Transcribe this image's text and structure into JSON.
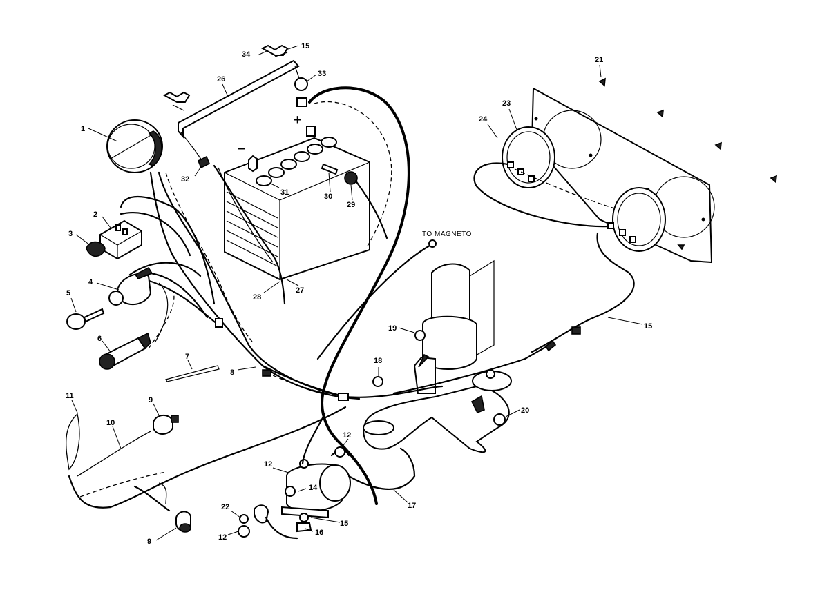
{
  "diagram": {
    "note": "TO MAGNETO",
    "signs": {
      "minus": "−",
      "plus": "+"
    },
    "callouts": [
      {
        "id": "c1",
        "text": "1"
      },
      {
        "id": "c2",
        "text": "2"
      },
      {
        "id": "c3",
        "text": "3"
      },
      {
        "id": "c4",
        "text": "4"
      },
      {
        "id": "c5",
        "text": "5"
      },
      {
        "id": "c6",
        "text": "6"
      },
      {
        "id": "c7",
        "text": "7"
      },
      {
        "id": "c8",
        "text": "8"
      },
      {
        "id": "c9a",
        "text": "9"
      },
      {
        "id": "c9b",
        "text": "9"
      },
      {
        "id": "c10",
        "text": "10"
      },
      {
        "id": "c11",
        "text": "11"
      },
      {
        "id": "c12a",
        "text": "12"
      },
      {
        "id": "c12b",
        "text": "12"
      },
      {
        "id": "c12c",
        "text": "12"
      },
      {
        "id": "c14",
        "text": "14"
      },
      {
        "id": "c15a",
        "text": "15"
      },
      {
        "id": "c15b",
        "text": "15"
      },
      {
        "id": "c15c",
        "text": "15"
      },
      {
        "id": "c16",
        "text": "16"
      },
      {
        "id": "c17",
        "text": "17"
      },
      {
        "id": "c18",
        "text": "18"
      },
      {
        "id": "c19",
        "text": "19"
      },
      {
        "id": "c20",
        "text": "20"
      },
      {
        "id": "c21",
        "text": "21"
      },
      {
        "id": "c22",
        "text": "22"
      },
      {
        "id": "c23",
        "text": "23"
      },
      {
        "id": "c24",
        "text": "24"
      },
      {
        "id": "c26",
        "text": "26"
      },
      {
        "id": "c27",
        "text": "27"
      },
      {
        "id": "c28",
        "text": "28"
      },
      {
        "id": "c29",
        "text": "29"
      },
      {
        "id": "c30",
        "text": "30"
      },
      {
        "id": "c31",
        "text": "31"
      },
      {
        "id": "c32",
        "text": "32"
      },
      {
        "id": "c33",
        "text": "33"
      },
      {
        "id": "c34",
        "text": "34"
      }
    ]
  }
}
